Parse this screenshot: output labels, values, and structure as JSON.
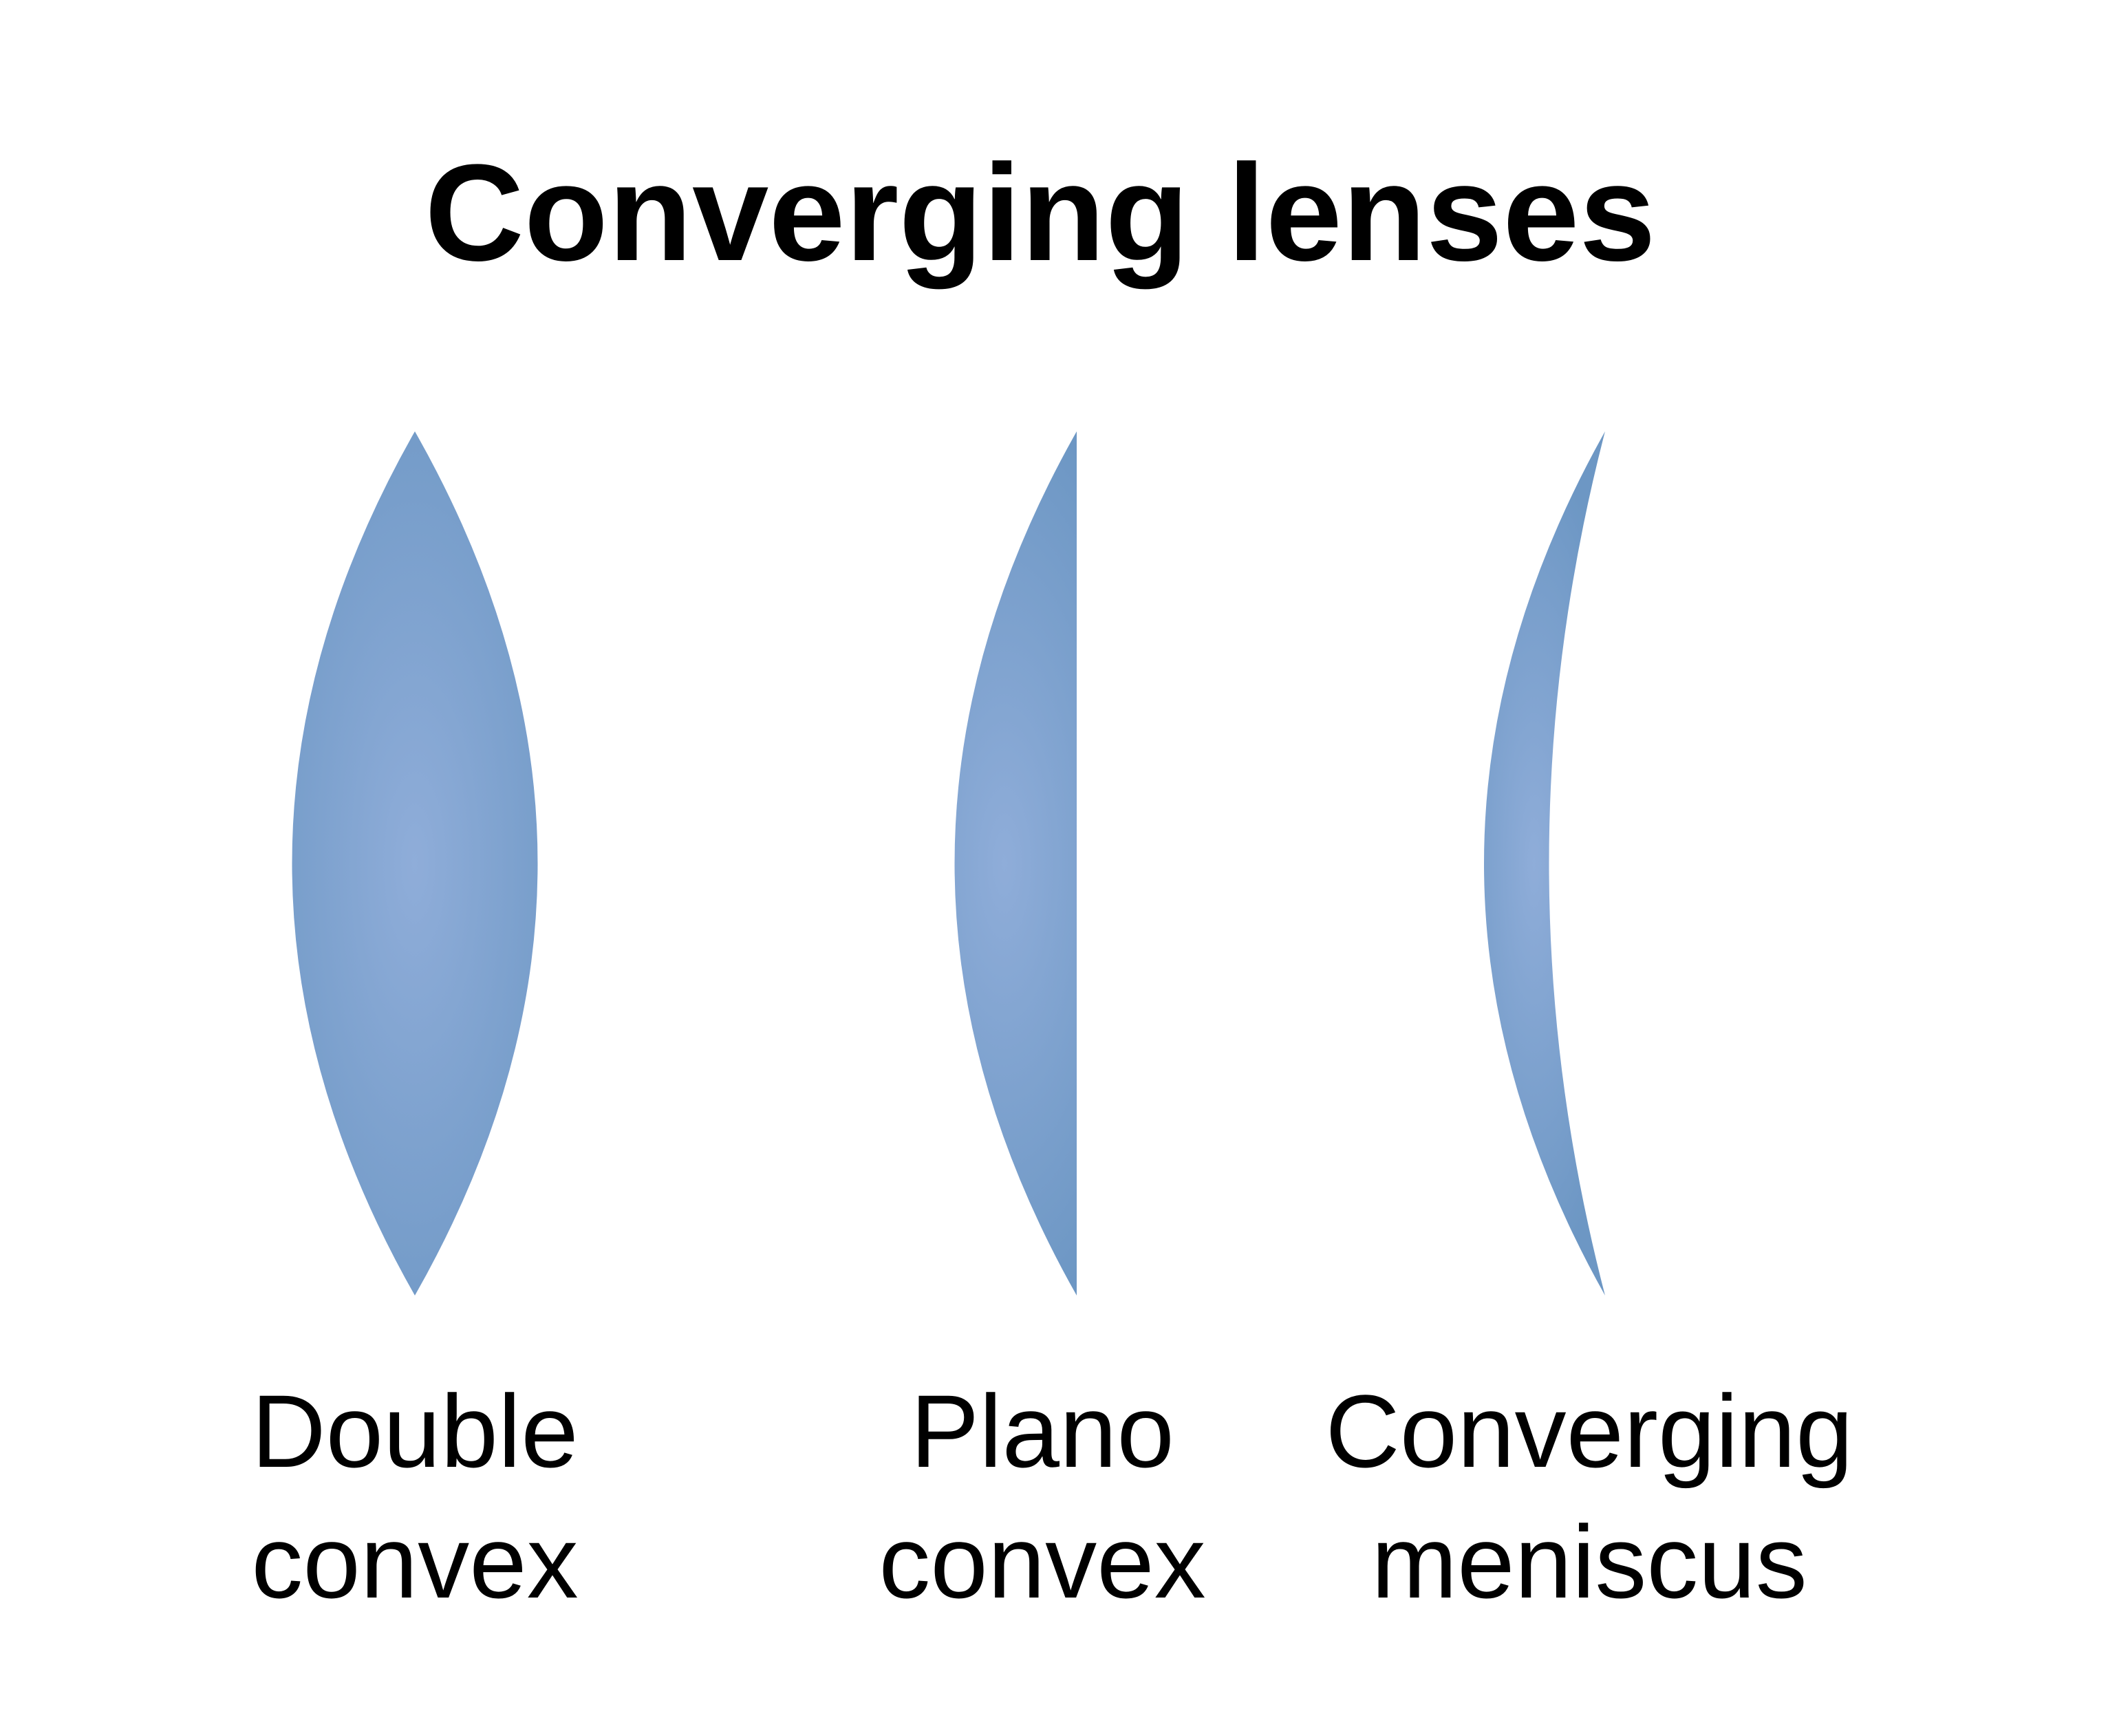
{
  "title": "Converging lenses",
  "colors": {
    "lens_center": "#8fadd9",
    "lens_edge": "#6d97c4",
    "text": "#000000",
    "background": "#ffffff"
  },
  "lenses": [
    {
      "id": "double-convex",
      "label_line1": "Double",
      "label_line2": "convex"
    },
    {
      "id": "plano-convex",
      "label_line1": "Plano",
      "label_line2": "convex"
    },
    {
      "id": "converging-meniscus",
      "label_line1": "Converging",
      "label_line2": "meniscus"
    }
  ]
}
